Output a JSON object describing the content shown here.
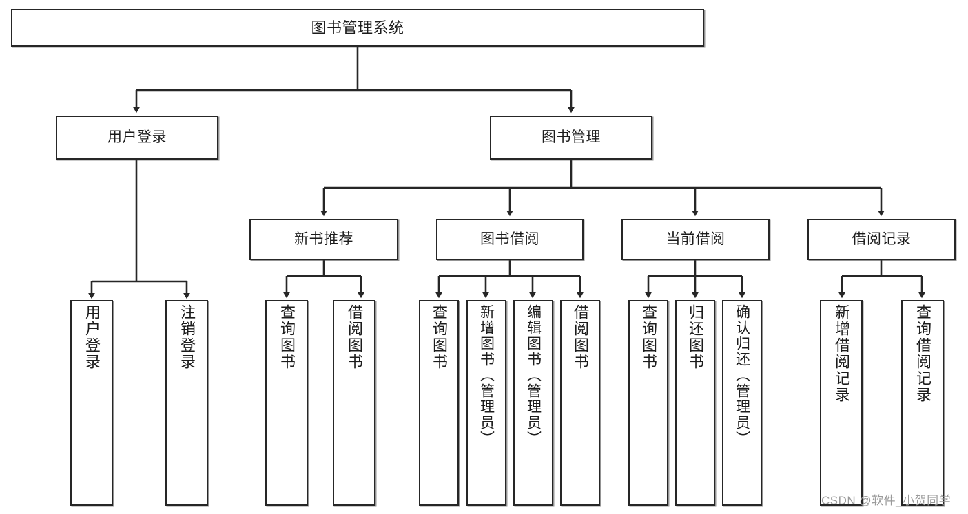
{
  "diagram": {
    "title": "图书管理系统",
    "type": "tree",
    "watermark": "CSDN @软件_小贺同学",
    "colors": {
      "box_border": "#262626",
      "box_fill": "#ffffff",
      "connector": "#262626",
      "background": "#ffffff",
      "watermark": "#9a9a9a"
    },
    "nodes": {
      "root": {
        "label": "图书管理系统"
      },
      "level2": [
        {
          "id": "user-login",
          "label": "用户登录"
        },
        {
          "id": "book-manage",
          "label": "图书管理"
        }
      ],
      "level3": [
        {
          "id": "new-book-recommend",
          "label": "新书推荐"
        },
        {
          "id": "book-borrow",
          "label": "图书借阅"
        },
        {
          "id": "current-borrow",
          "label": "当前借阅"
        },
        {
          "id": "borrow-record",
          "label": "借阅记录"
        }
      ],
      "leaves": {
        "user_login": [
          {
            "id": "leaf-user-login",
            "label": "用户登录"
          },
          {
            "id": "leaf-logout-login",
            "label": "注销登录"
          }
        ],
        "new_book_recommend": [
          {
            "id": "leaf-query-book-1",
            "label": "查询图书"
          },
          {
            "id": "leaf-borrow-book-1",
            "label": "借阅图书"
          }
        ],
        "book_borrow": [
          {
            "id": "leaf-query-book-2",
            "label": "查询图书"
          },
          {
            "id": "leaf-add-book",
            "label": "新增图书（管理员）"
          },
          {
            "id": "leaf-edit-book",
            "label": "编辑图书（管理员）"
          },
          {
            "id": "leaf-borrow-book-2",
            "label": "借阅图书"
          }
        ],
        "current_borrow": [
          {
            "id": "leaf-query-book-3",
            "label": "查询图书"
          },
          {
            "id": "leaf-return-book",
            "label": "归还图书"
          },
          {
            "id": "leaf-confirm-return",
            "label": "确认归还（管理员）"
          }
        ],
        "borrow_record": [
          {
            "id": "leaf-add-record",
            "label": "新增借阅记录"
          },
          {
            "id": "leaf-query-record",
            "label": "查询借阅记录"
          }
        ]
      }
    }
  }
}
